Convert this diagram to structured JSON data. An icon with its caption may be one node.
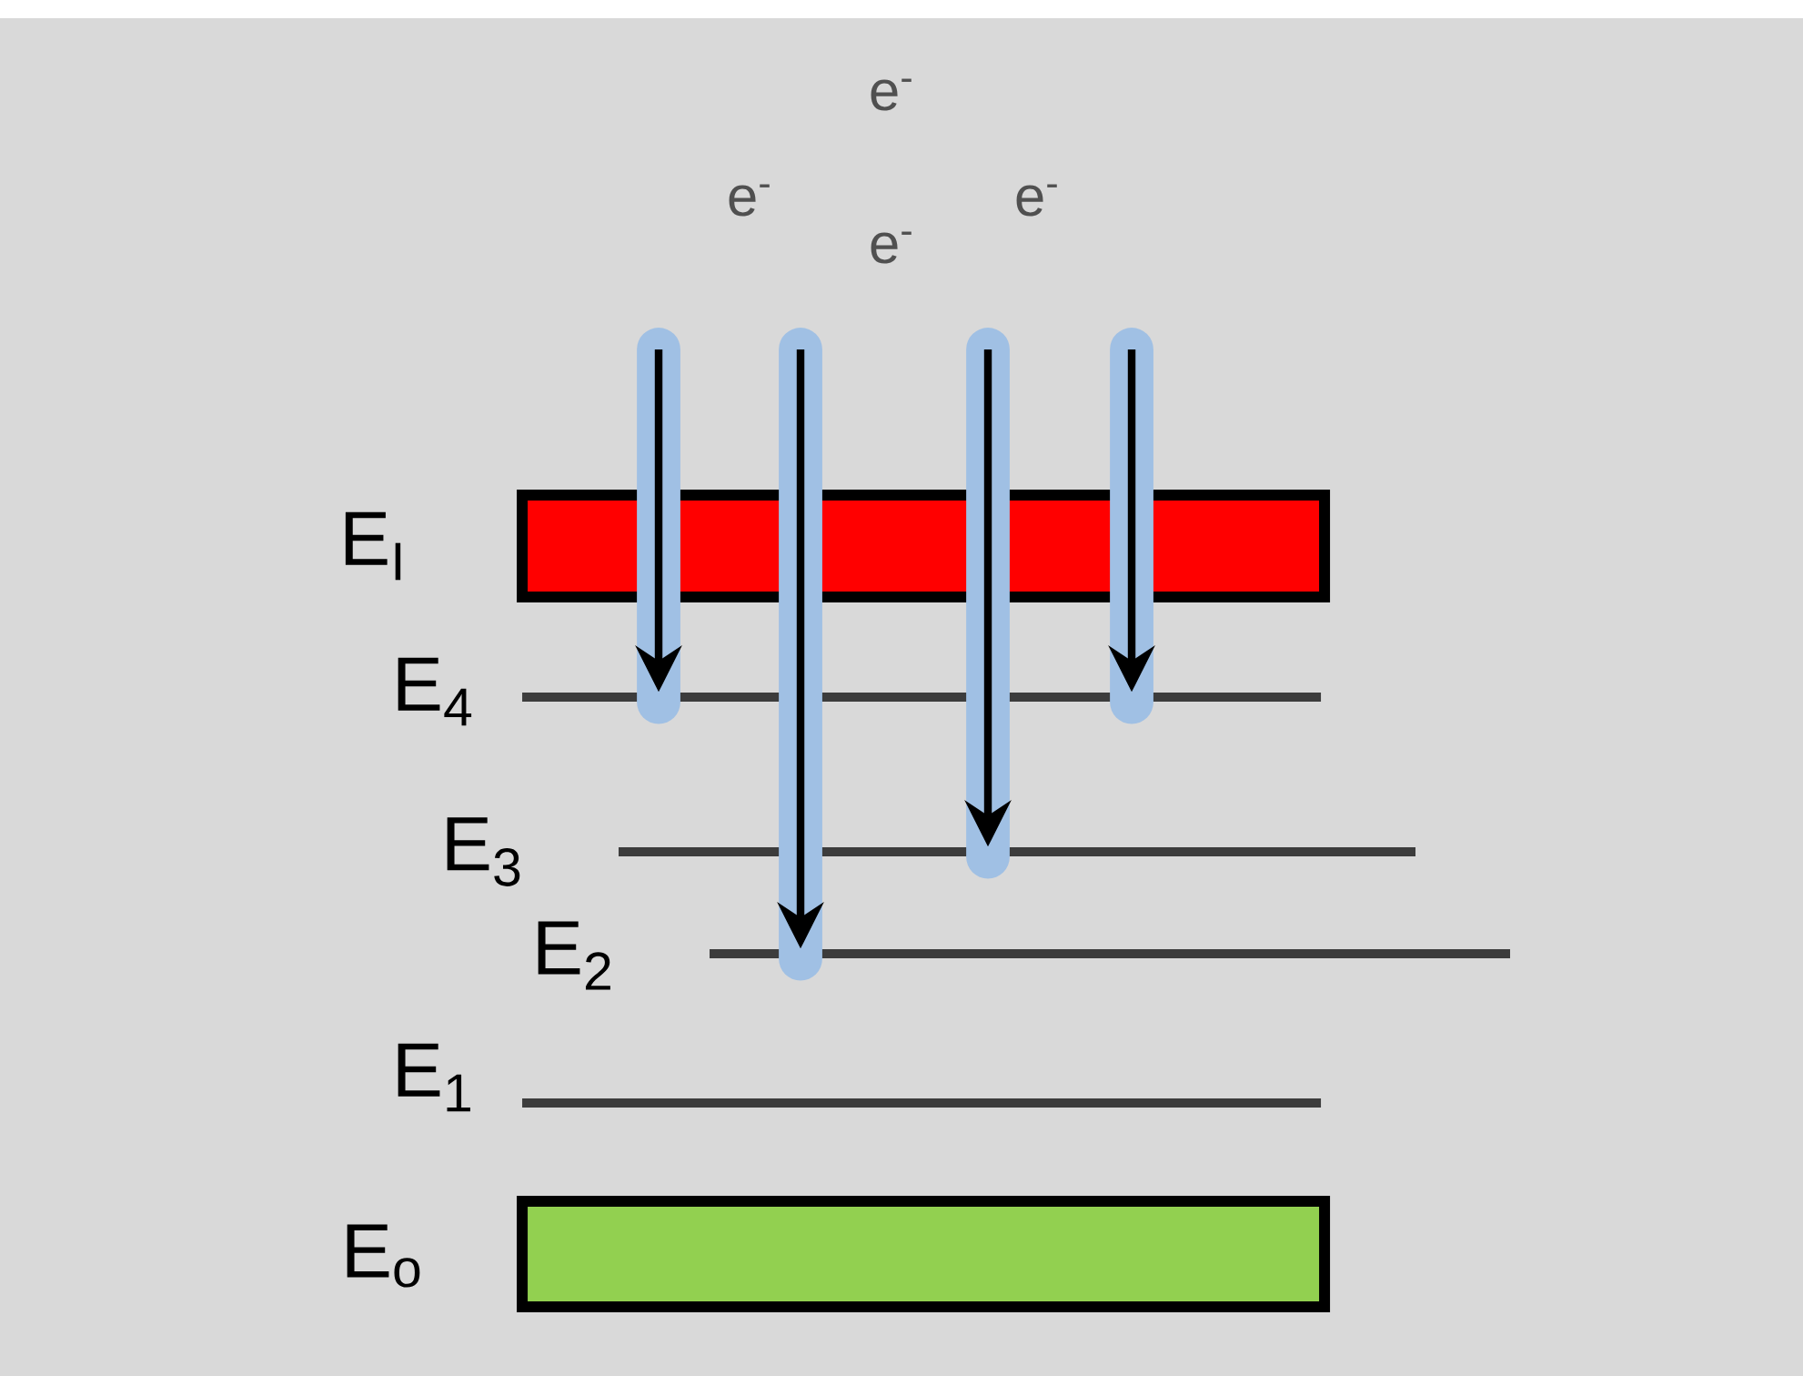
{
  "diagram": {
    "nodes": [
      {
        "text": [
          "E$_{I}$"
        ]
      },
      {
        "text": [
          "E$_{4}$"
        ]
      },
      {
        "text": [
          "E$_{3}$"
        ]
      },
      {
        "text": [
          "E$_{2}$"
        ]
      },
      {
        "text": [
          "E$_{1}$"
        ]
      },
      {
        "text": [
          "E$_{o}$"
        ]
      }
    ],
    "edges": [
      {
        "from": null,
        "to": 1,
        "arrow": "to"
      },
      {
        "from": null,
        "to": 3,
        "arrow": "to"
      },
      {
        "from": null,
        "to": 2,
        "arrow": "to"
      },
      {
        "from": null,
        "to": 1,
        "arrow": "to"
      }
    ],
    "labels": [
      "e$^{-}$",
      "e$^{-}$",
      "e$^{-}$",
      "e$^{-}$"
    ]
  }
}
